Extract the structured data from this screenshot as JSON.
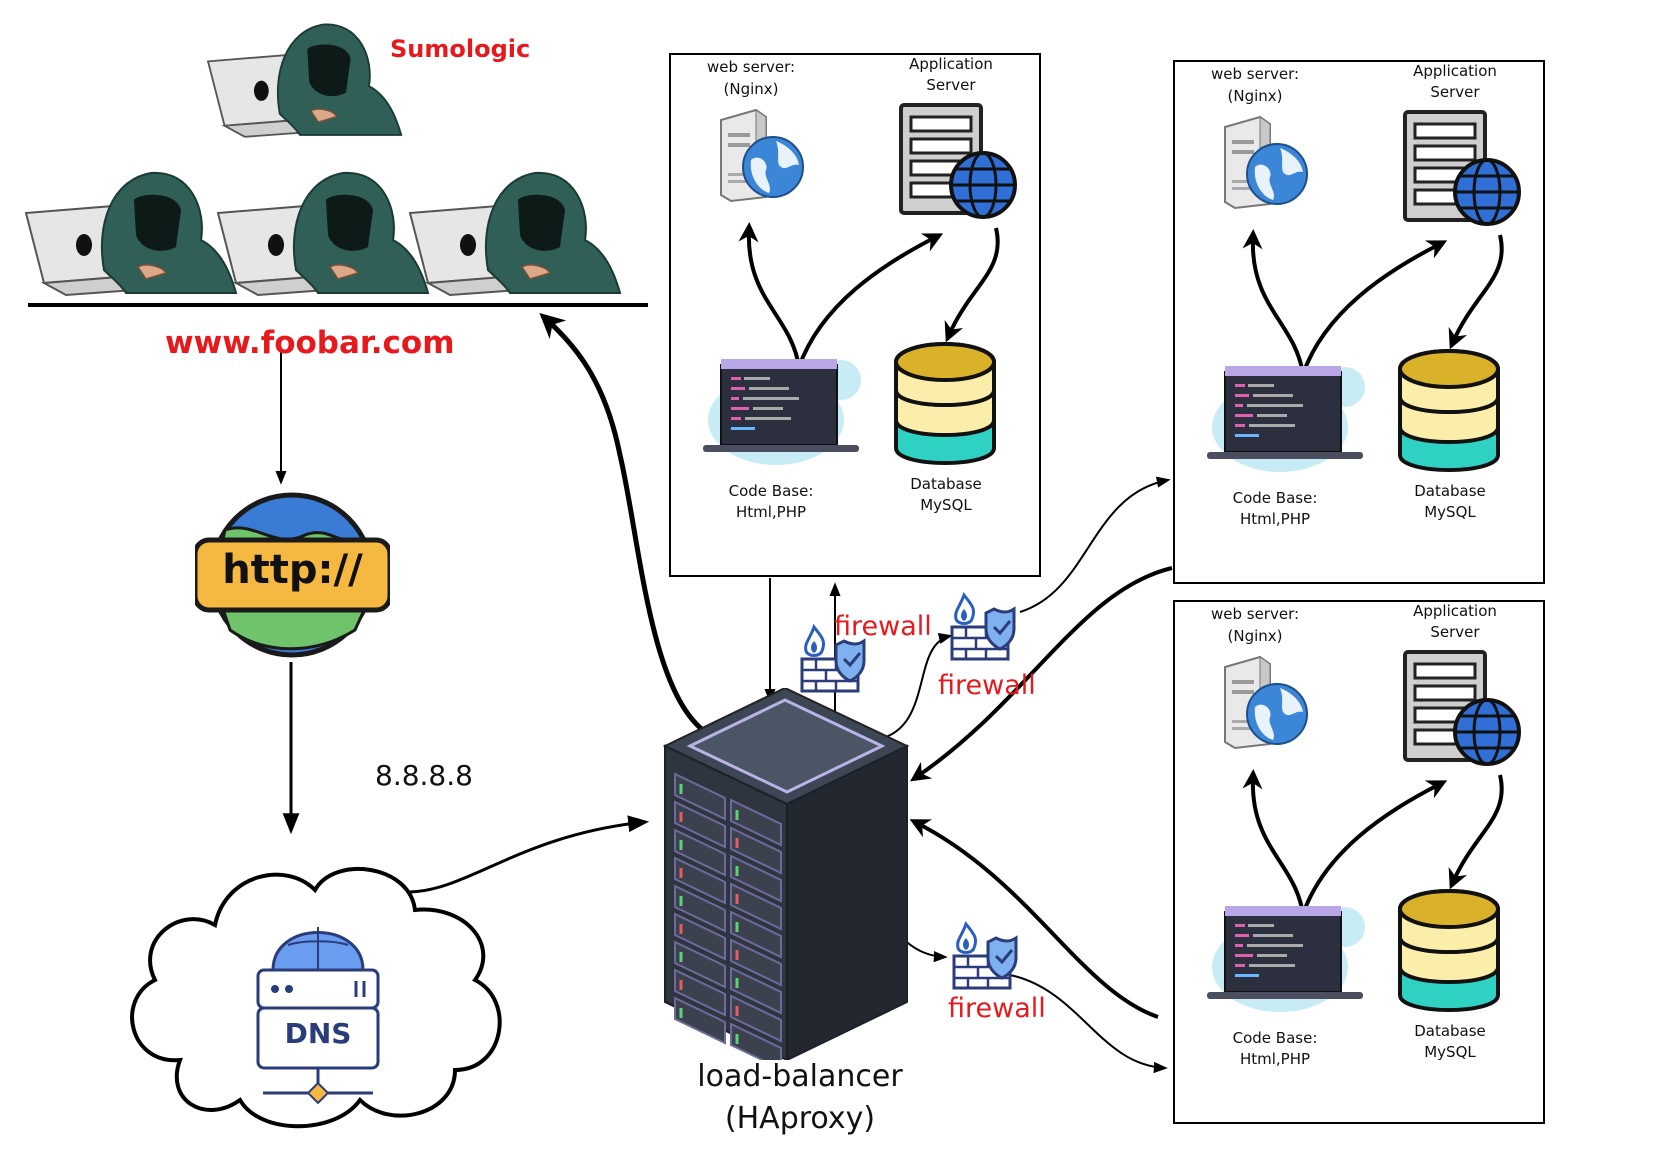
{
  "users": {
    "monitor_label": "Sumologic",
    "domain_label": "www.foobar.com"
  },
  "protocol": {
    "badge_text": "http://"
  },
  "dns": {
    "ip_label": "8.8.8.8",
    "icon_text": "DNS"
  },
  "load_balancer": {
    "label_line1": "load-balancer",
    "label_line2": "(HAproxy)"
  },
  "firewalls": [
    {
      "label": "firewall"
    },
    {
      "label": "firewall"
    },
    {
      "label": "firewall"
    }
  ],
  "servers": [
    {
      "web_label_line1": "web server:",
      "web_label_line2": "(Nginx)",
      "app_label_line1": "Application",
      "app_label_line2": "Server",
      "code_label_line1": "Code Base:",
      "code_label_line2": "Html,PHP",
      "db_label_line1": "Database",
      "db_label_line2": "MySQL"
    },
    {
      "web_label_line1": "web server:",
      "web_label_line2": "(Nginx)",
      "app_label_line1": "Application",
      "app_label_line2": "Server",
      "code_label_line1": "Code Base:",
      "code_label_line2": "Html,PHP",
      "db_label_line1": "Database",
      "db_label_line2": "MySQL"
    },
    {
      "web_label_line1": "web server:",
      "web_label_line2": "(Nginx)",
      "app_label_line1": "Application",
      "app_label_line2": "Server",
      "code_label_line1": "Code Base:",
      "code_label_line2": "Html,PHP",
      "db_label_line1": "Database",
      "db_label_line2": "MySQL"
    }
  ],
  "colors": {
    "label_red": "#e8191c",
    "hood": "#2f5f57",
    "globe": "#3a7bd5",
    "badge": "#f5b942",
    "db_gold": "#d9b22a",
    "db_cream": "#fbeeab",
    "db_teal": "#2fd1c2"
  }
}
